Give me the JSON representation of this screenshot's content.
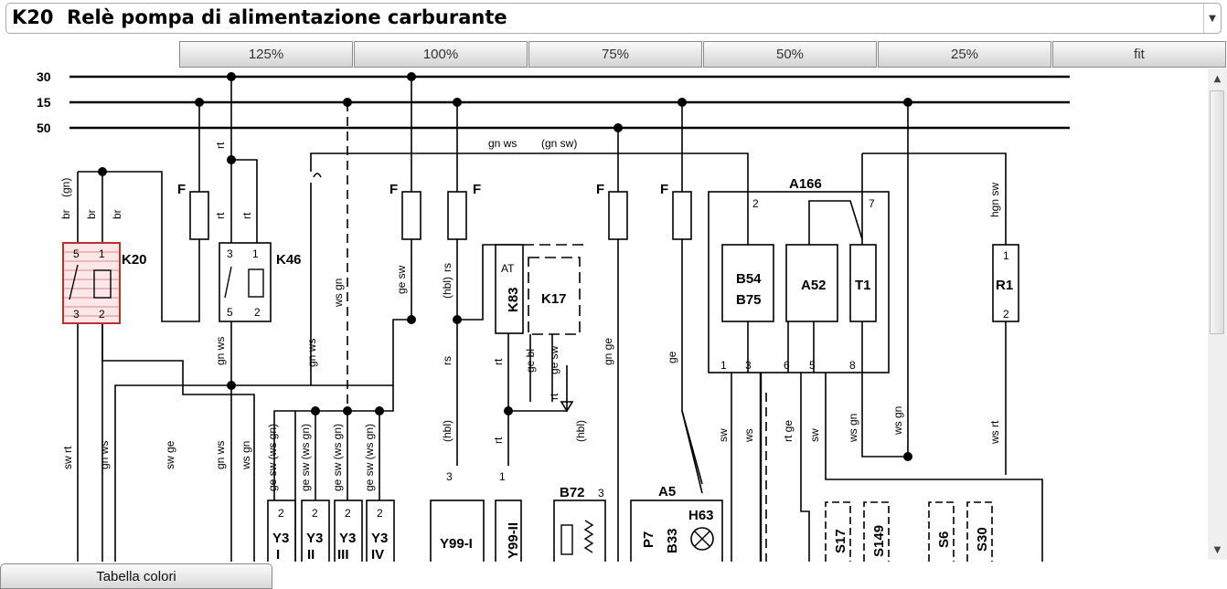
{
  "header": {
    "code": "K20",
    "title": "Relè pompa di alimentazione carburante"
  },
  "zoom": {
    "options": [
      "125%",
      "100%",
      "75%",
      "50%",
      "25%",
      "fit"
    ]
  },
  "footer": {
    "color_table": "Tabella colori"
  },
  "diagram": {
    "rails": [
      "30",
      "15",
      "50"
    ],
    "fuse": "F",
    "components": {
      "k20": "K20",
      "k46": "K46",
      "a166": "A166",
      "b54": "B54",
      "b75": "B75",
      "a52": "A52",
      "t1": "T1",
      "r1": "R1",
      "at": "AT",
      "k83": "K83",
      "k17": "K17",
      "b72": "B72",
      "a5": "A5",
      "h63": "H63",
      "p7": "P7",
      "b33": "B33",
      "y3": "Y3",
      "y3_i": "I",
      "y3_ii": "II",
      "y3_iii": "III",
      "y3_iv": "IV",
      "y99i": "Y99-I",
      "y99ii": "Y99-II",
      "s17": "S17",
      "s149": "S149",
      "s6": "S6",
      "s30": "S30"
    },
    "pins": {
      "p1": "1",
      "p2": "2",
      "p3": "3",
      "p5": "5",
      "p6": "6",
      "p7": "7",
      "p8": "8"
    },
    "wires": {
      "gn_ws": "gn ws",
      "gn_sw_paren": "(gn sw)",
      "br": "br",
      "br_gn_paren": "(gn)",
      "rt": "rt",
      "ws_gn": "ws gn",
      "ge_sw": "ge sw",
      "hbl_paren": "(hbl)",
      "rs": "rs",
      "gn_ge": "gn ge",
      "ge": "ge",
      "hgn_sw": "hgn sw",
      "sw_rt": "sw rt",
      "sw_ge": "sw ge",
      "ge_sw_ws_gn": "ge sw (ws gn)",
      "ge_bl": "ge bl",
      "sw": "sw",
      "ws": "ws",
      "rt_ge": "rt ge",
      "ws_rt": "ws rt"
    }
  }
}
